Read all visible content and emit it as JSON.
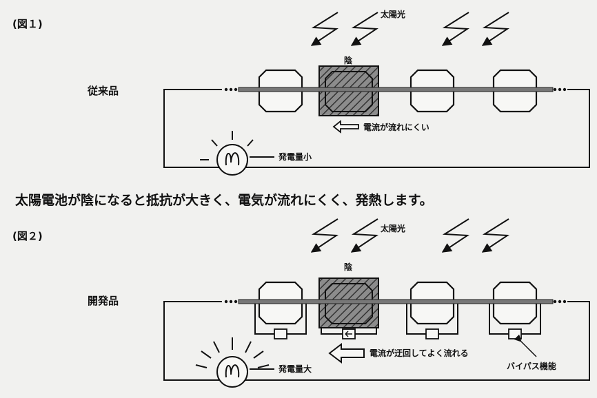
{
  "figure1": {
    "label": "(図１)",
    "sunlight": "太陽光",
    "shade": "陰",
    "product": "従来品",
    "current_note": "電流が流れにくい",
    "output": "発電量小"
  },
  "caption": "太陽電池が陰になると抵抗が大きく、電気が流れにくく、発熱します。",
  "figure2": {
    "label": "(図２)",
    "sunlight": "太陽光",
    "shade": "陰",
    "product": "開発品",
    "current_note": "電流が迂回してよく流れる",
    "bypass": "バイパス機能",
    "output": "発電量大"
  },
  "colors": {
    "shade_fill": "#8c8c8c",
    "ink": "#111111",
    "paper": "#f1f1ef"
  }
}
